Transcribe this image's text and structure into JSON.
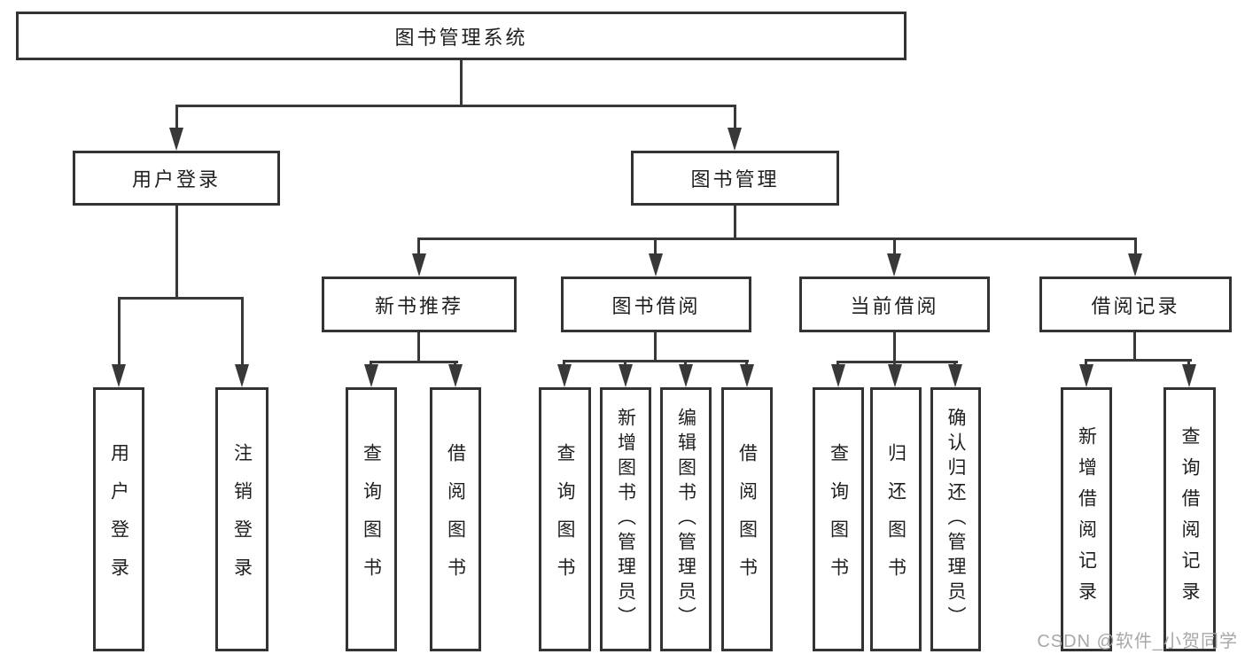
{
  "watermark": "CSDN @软件_小贺同学",
  "colors": {
    "line": "#383838",
    "border": "#333333",
    "text": "#1f1f1f",
    "watermark_text": "#a8a8a8",
    "background": "#ffffff"
  },
  "tree": {
    "root": {
      "label": "图书管理系统"
    },
    "branches": [
      {
        "label": "用户登录",
        "children": [
          {
            "label": "用户登录"
          },
          {
            "label": "注销登录"
          }
        ]
      },
      {
        "label": "图书管理",
        "children": [
          {
            "label": "新书推荐",
            "children": [
              {
                "label": "查询图书"
              },
              {
                "label": "借阅图书"
              }
            ]
          },
          {
            "label": "图书借阅",
            "children": [
              {
                "label": "查询图书"
              },
              {
                "label": "新增图书（管理员）"
              },
              {
                "label": "编辑图书（管理员）"
              },
              {
                "label": "借阅图书"
              }
            ]
          },
          {
            "label": "当前借阅",
            "children": [
              {
                "label": "查询图书"
              },
              {
                "label": "归还图书"
              },
              {
                "label": "确认归还（管理员）"
              }
            ]
          },
          {
            "label": "借阅记录",
            "children": [
              {
                "label": "新增借阅记录"
              },
              {
                "label": "查询借阅记录"
              }
            ]
          }
        ]
      }
    ]
  }
}
